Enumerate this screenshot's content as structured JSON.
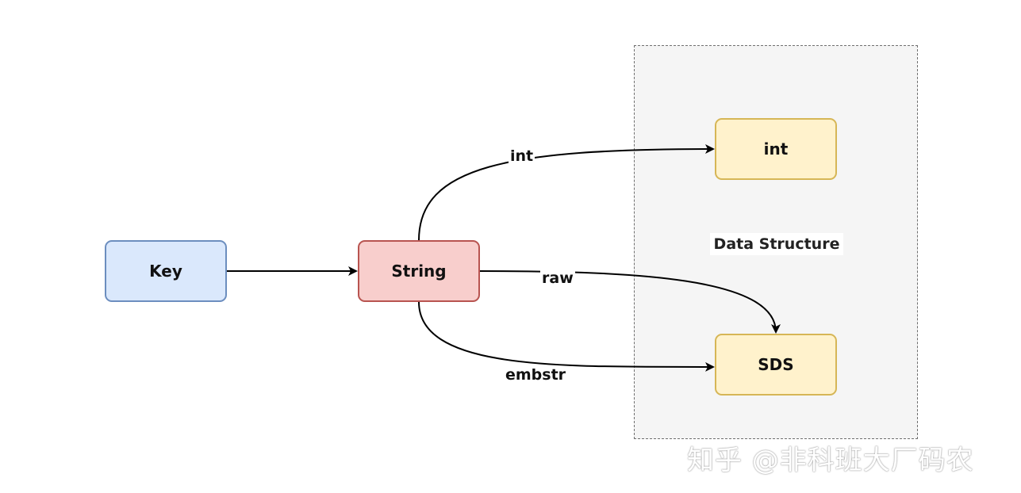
{
  "diagram": {
    "group": {
      "label": "Data Structure"
    },
    "nodes": {
      "key": "Key",
      "string": "String",
      "int": "int",
      "sds": "SDS"
    },
    "edges": {
      "int_label": "int",
      "raw_label": "raw",
      "embstr_label": "embstr"
    },
    "colors": {
      "key_fill": "#dae8fc",
      "key_stroke": "#6c8ebf",
      "string_fill": "#f8cecc",
      "string_stroke": "#b85450",
      "structure_fill": "#fff2cc",
      "structure_stroke": "#d6b656",
      "group_fill": "#f5f5f5",
      "edge": "#000000"
    }
  },
  "watermark": "知乎 @非科班大厂码农"
}
